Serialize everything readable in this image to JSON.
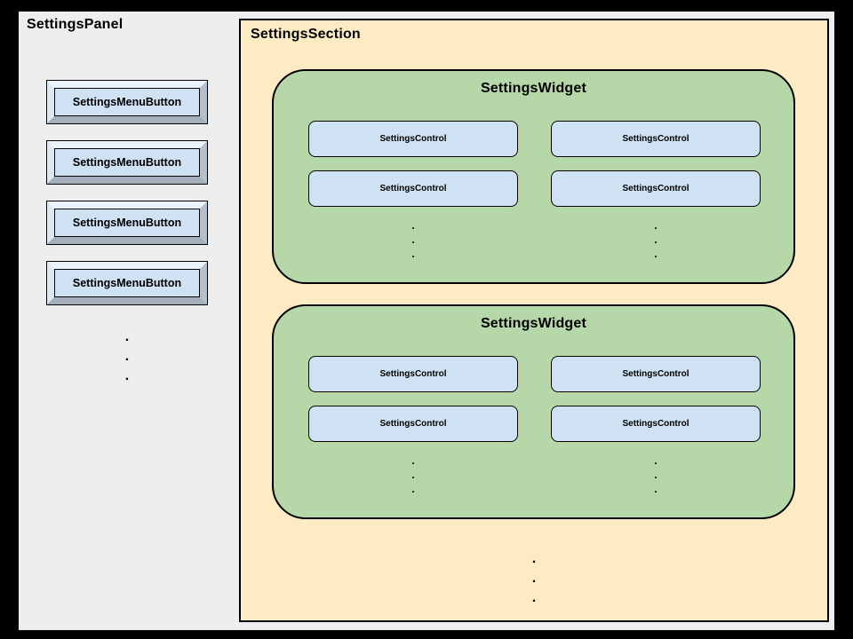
{
  "panel": {
    "title": "SettingsPanel",
    "menu_buttons": [
      {
        "label": "SettingsMenuButton"
      },
      {
        "label": "SettingsMenuButton"
      },
      {
        "label": "SettingsMenuButton"
      },
      {
        "label": "SettingsMenuButton"
      }
    ],
    "ellipsis": {
      "char": ".",
      "count": 3
    }
  },
  "section": {
    "title": "SettingsSection",
    "widgets": [
      {
        "title": "SettingsWidget",
        "controls": [
          {
            "label": "SettingsControl"
          },
          {
            "label": "SettingsControl"
          },
          {
            "label": "SettingsControl"
          },
          {
            "label": "SettingsControl"
          }
        ],
        "ellipsis": {
          "char": ".",
          "count": 3
        }
      },
      {
        "title": "SettingsWidget",
        "controls": [
          {
            "label": "SettingsControl"
          },
          {
            "label": "SettingsControl"
          },
          {
            "label": "SettingsControl"
          },
          {
            "label": "SettingsControl"
          }
        ],
        "ellipsis": {
          "char": ".",
          "count": 3
        }
      }
    ],
    "ellipsis": {
      "char": ".",
      "count": 3
    }
  },
  "colors": {
    "frame": "#000000",
    "page_bg": "#eeeeee",
    "section_bg": "#fdecc3",
    "widget_bg": "#b6d7a8",
    "control_bg": "#cfe2f3",
    "menu_button_face": "#cfe2f3",
    "bevel_light": "#eaf2fb",
    "bevel_dark": "#a3b0bb",
    "border": "#000000",
    "text": "#000000"
  }
}
